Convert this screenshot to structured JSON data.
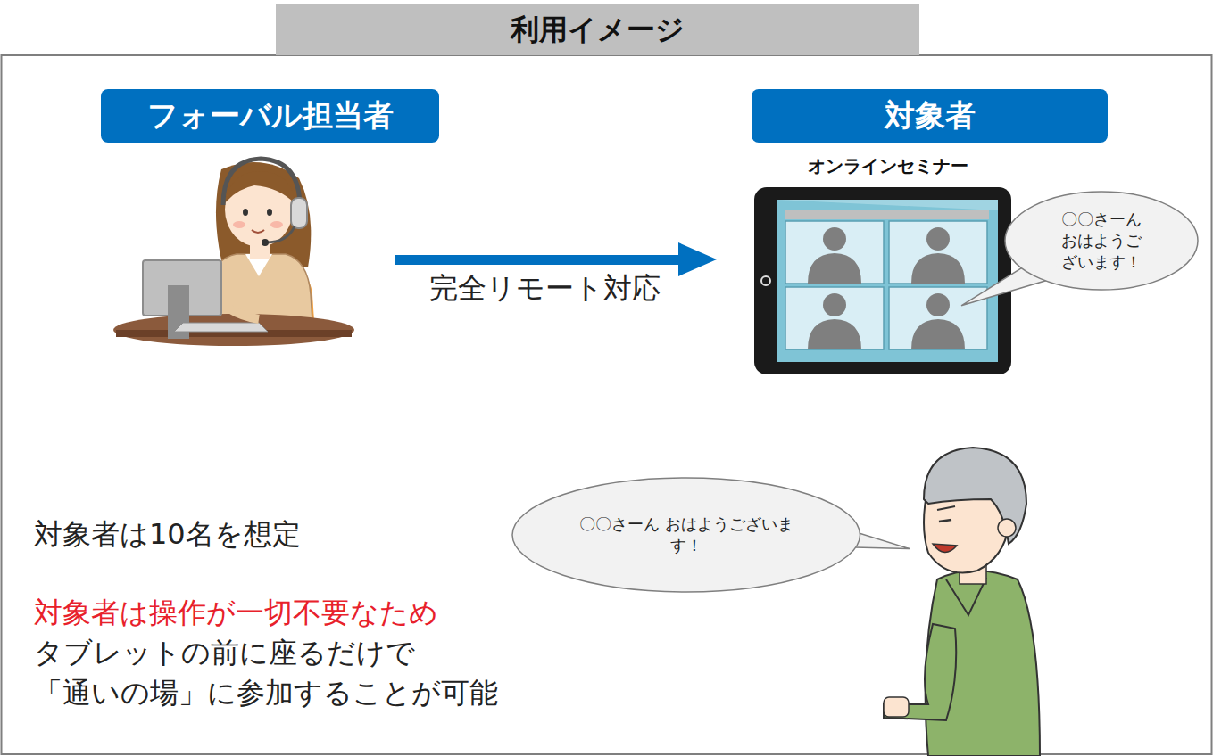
{
  "diagram": {
    "title": "利用イメージ",
    "nodes": [
      {
        "text": [
          "フォーバル担当者"
        ]
      },
      {
        "text": [
          "対象者"
        ]
      },
      {
        "text": [
          "〇〇さーん おはようご ざいます！"
        ]
      },
      {
        "text": [
          "〇〇さーん おはようございます！"
        ]
      }
    ],
    "labels": [
      "オンラインセミナー",
      "完全リモート対応",
      "対象者は10名を想定",
      "対象者は操作が一切不要なため",
      "タブレットの前に座るだけで",
      "「通いの場」に参加することが可能"
    ]
  }
}
